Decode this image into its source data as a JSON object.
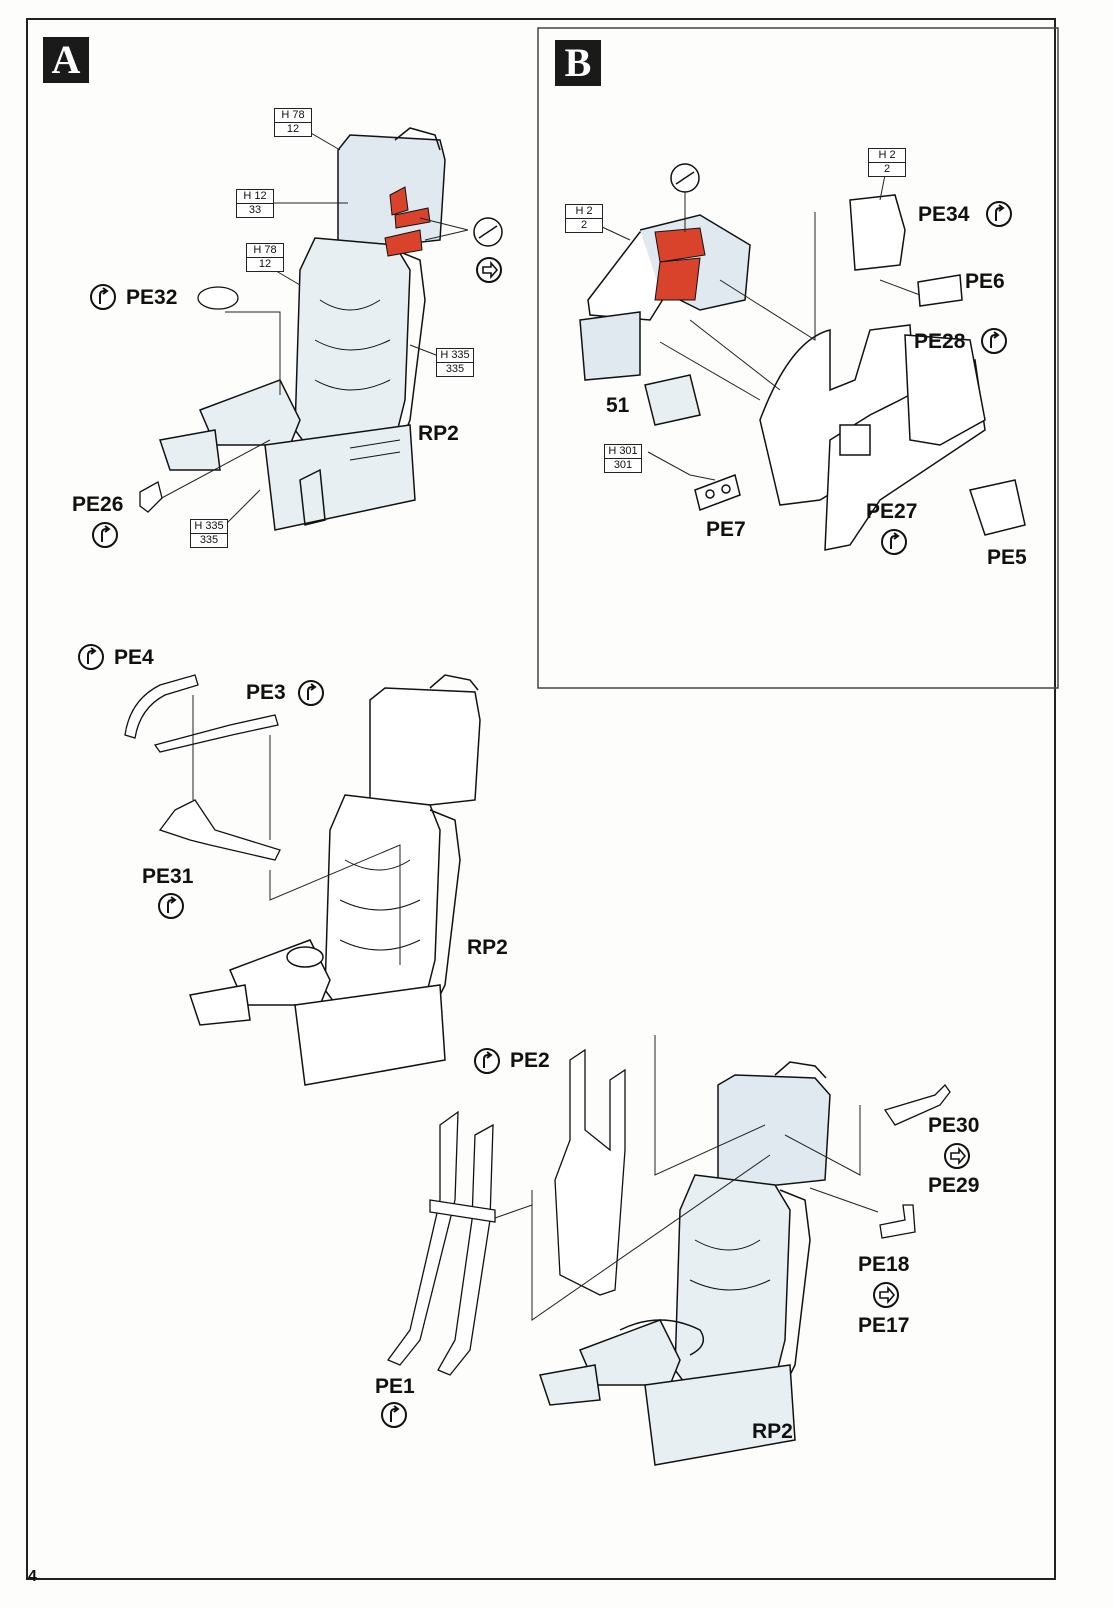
{
  "sections": {
    "a": "A",
    "b": "B"
  },
  "page_number": "4",
  "refs": {
    "h78_12_a": {
      "top": "H 78",
      "bottom": "12"
    },
    "h12_33": {
      "top": "H 12",
      "bottom": "33"
    },
    "h78_12_b": {
      "top": "H 78",
      "bottom": "12"
    },
    "h335_335_a": {
      "top": "H 335",
      "bottom": "335"
    },
    "h335_335_b": {
      "top": "H 335",
      "bottom": "335"
    },
    "h2_2_a": {
      "top": "H 2",
      "bottom": "2"
    },
    "h2_2_b": {
      "top": "H 2",
      "bottom": "2"
    },
    "h301_301": {
      "top": "H 301",
      "bottom": "301"
    }
  },
  "labels": {
    "pe32": "PE32",
    "pe26": "PE26",
    "rp2_a": "RP2",
    "pe34": "PE34",
    "pe6": "PE6",
    "pe28": "PE28",
    "part51": "51",
    "pe7": "PE7",
    "pe27": "PE27",
    "pe5": "PE5",
    "pe4": "PE4",
    "pe3": "PE3",
    "pe31": "PE31",
    "rp2_mid": "RP2",
    "pe2": "PE2",
    "pe30": "PE30",
    "pe29": "PE29",
    "pe18": "PE18",
    "pe17": "PE17",
    "pe1": "PE1",
    "rp2_bottom": "RP2"
  },
  "colors": {
    "ink": "#111111",
    "highlight": "#d9432b",
    "glass": "#cfe3ef",
    "box_line": "#444444"
  },
  "icons": {
    "bend_up": "bend-up-icon",
    "reverse": "reverse-side-icon",
    "cut": "cut-icon"
  }
}
